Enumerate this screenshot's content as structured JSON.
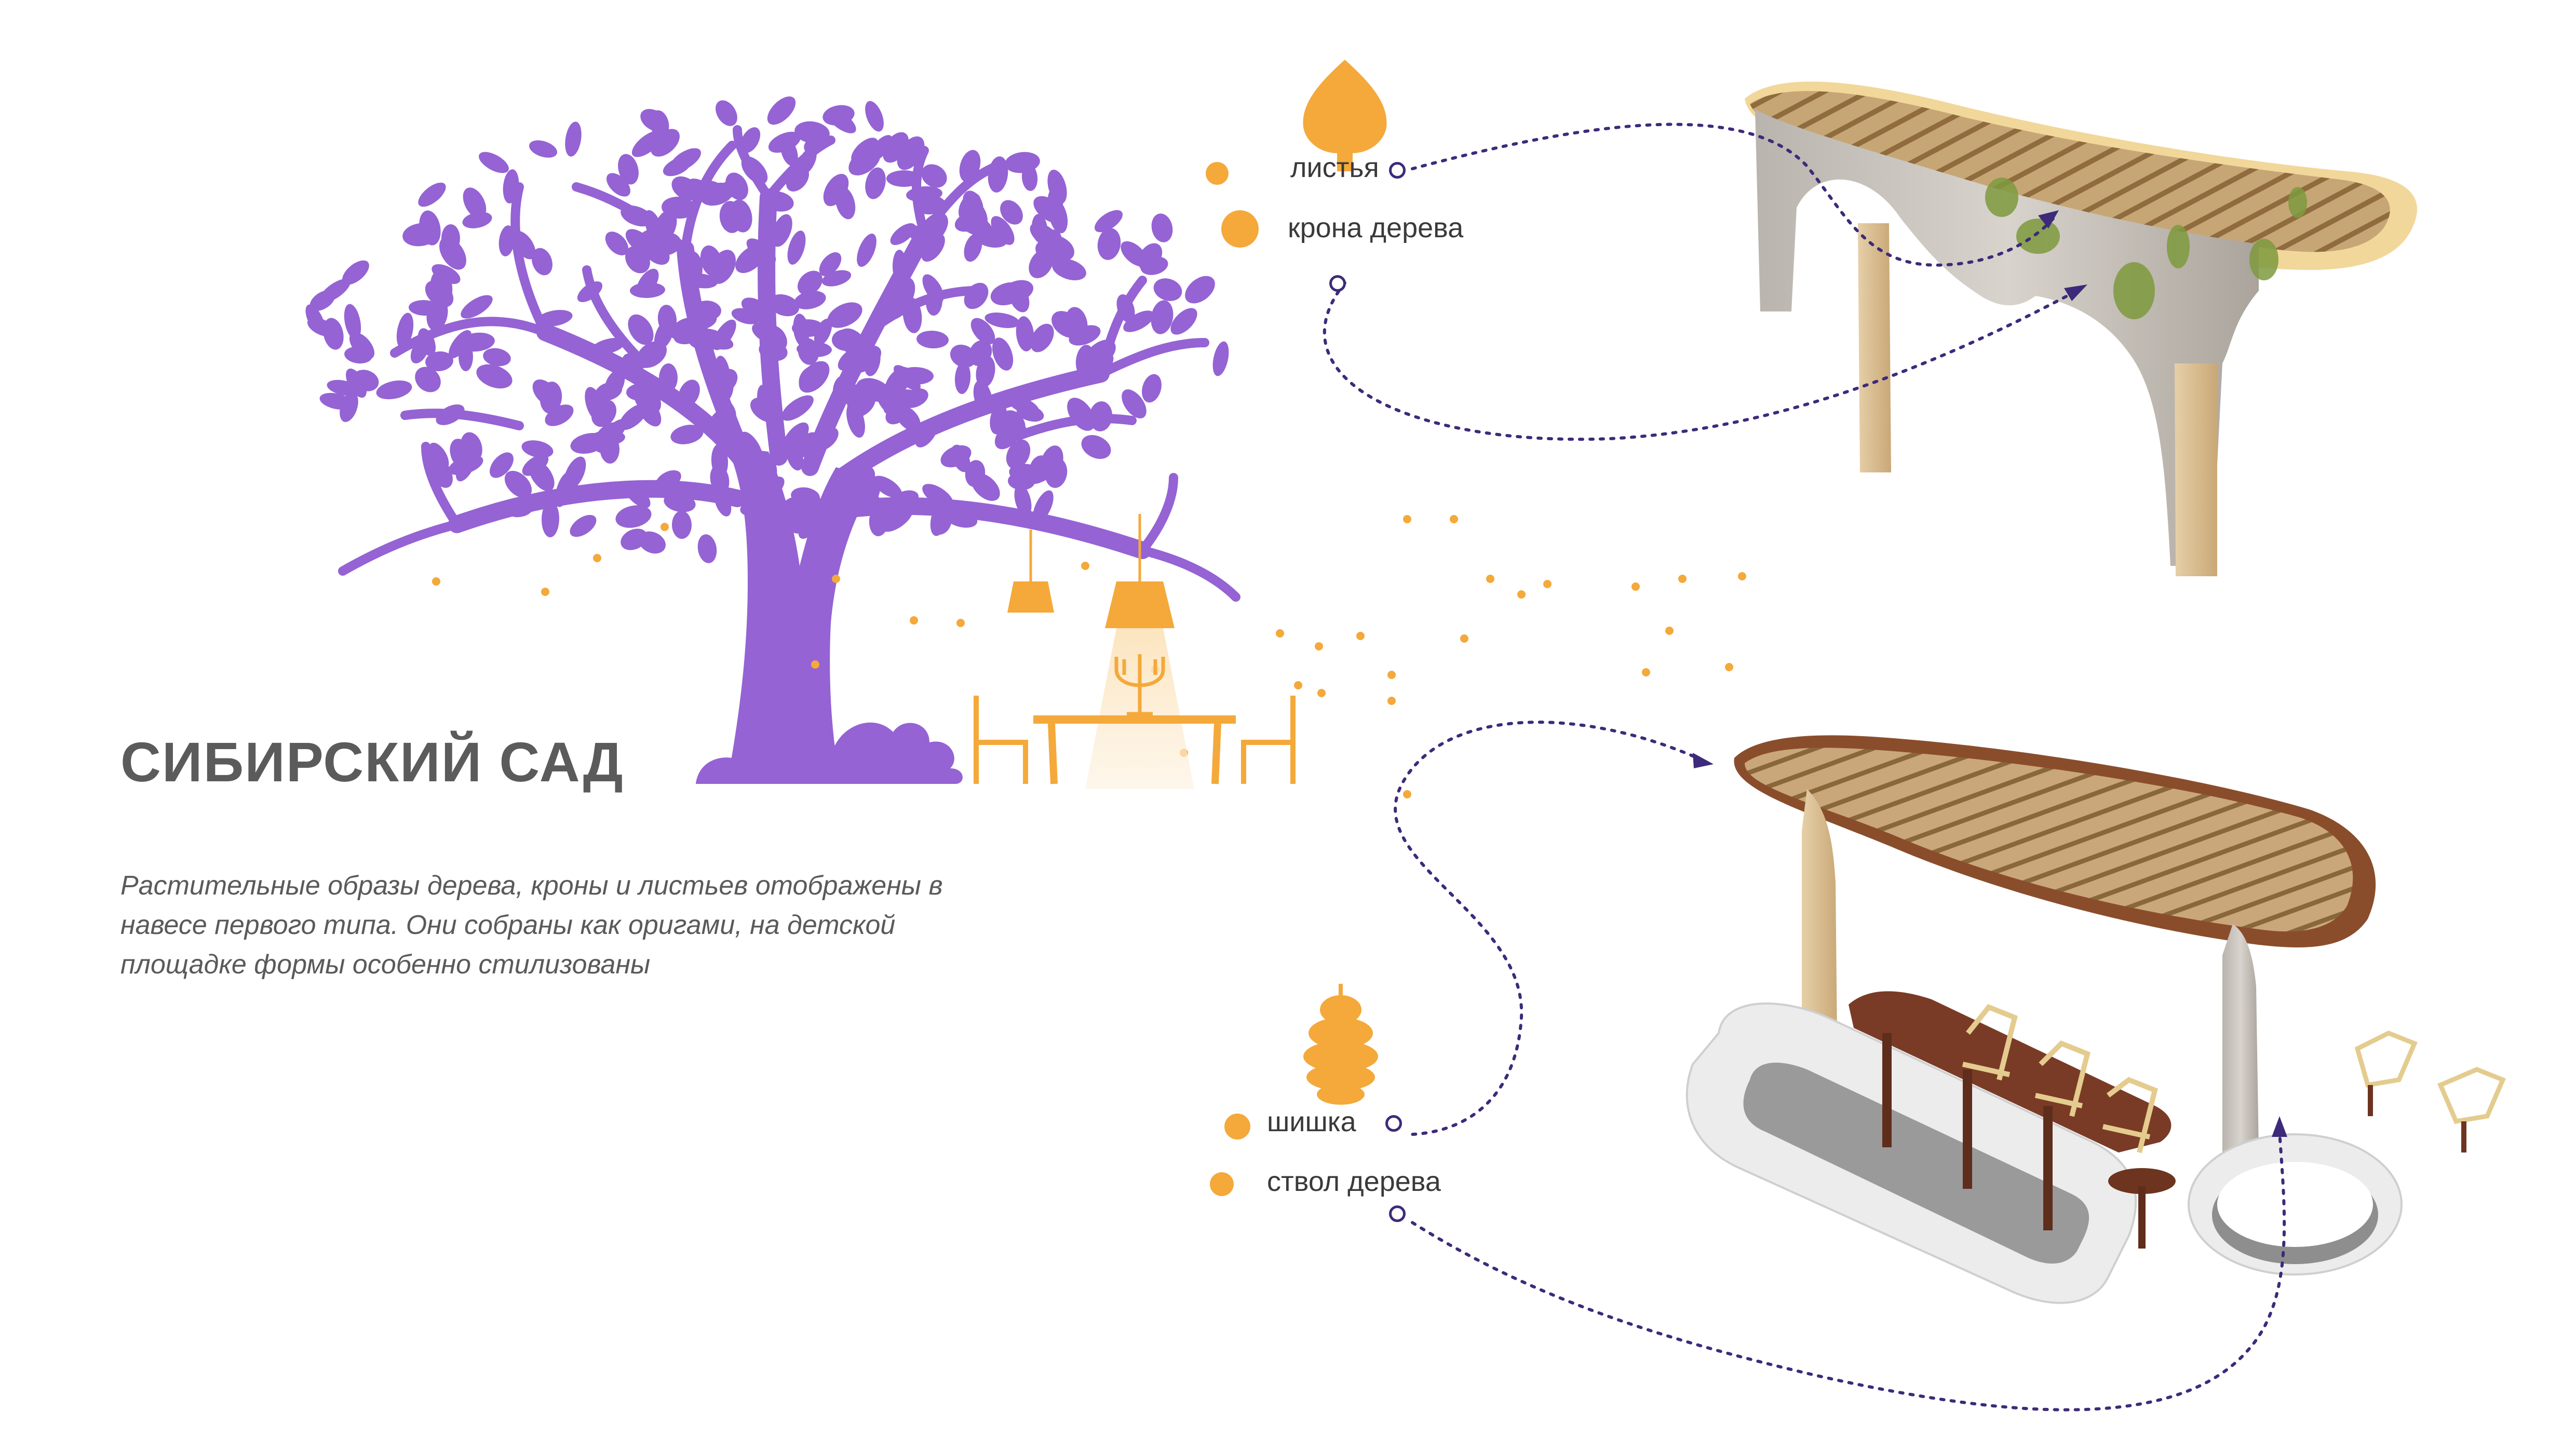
{
  "title": "СИБИРСКИЙ САД",
  "description": "Растительные образы дерева, кроны и листьев отображены в навесе первого типа. Они собраны как оригами, на детской площадке формы особенно стилизованы",
  "legend_top": {
    "items": [
      {
        "label": "листья",
        "icon": "leaf-icon"
      },
      {
        "label": "крона дерева"
      }
    ]
  },
  "legend_bottom": {
    "items": [
      {
        "label": "шишка",
        "icon": "pinecone-icon"
      },
      {
        "label": "ствол дерева"
      }
    ]
  },
  "colors": {
    "tree_purple": "#9563d4",
    "accent_orange": "#f4a93a",
    "connector": "#3d2a7a",
    "title_gray": "#5b5b5b",
    "wood": "#c9a877",
    "concrete": "#e9e9e9",
    "rust": "#7a3b26"
  }
}
